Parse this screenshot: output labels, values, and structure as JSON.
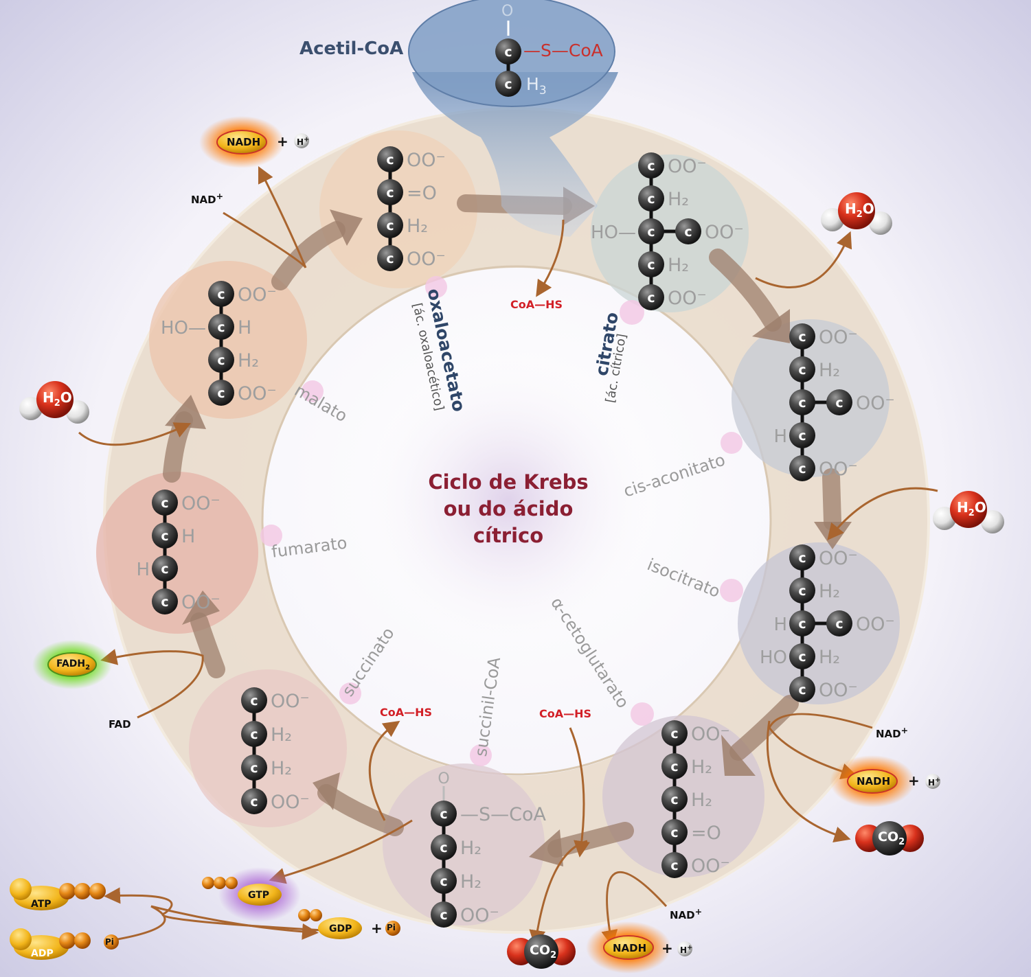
{
  "title_lines": [
    "Ciclo de Krebs",
    "ou do ácido",
    "cítrico"
  ],
  "acetyl_coa": {
    "label": "Acetil-CoA",
    "group": "S",
    "coa": "CoA",
    "h3": "H",
    "h3_sub": "3",
    "oxo": "O"
  },
  "metabolites": [
    {
      "name": "oxaloacetato",
      "alt": "[ác. oxaloacético]"
    },
    {
      "name": "citrato",
      "alt": "[ác. cítrico]"
    },
    {
      "name": "cis-aconitato"
    },
    {
      "name": "isocitrato"
    },
    {
      "name": "α-cetoglutarato"
    },
    {
      "name": "succinil-CoA"
    },
    {
      "name": "succinato"
    },
    {
      "name": "fumarato"
    },
    {
      "name": "malato"
    }
  ],
  "structures": {
    "oxaloacetato": [
      [
        "C",
        "OO⁻"
      ],
      [
        "C",
        "=O"
      ],
      [
        "C",
        "H₂"
      ],
      [
        "C",
        "OO⁻"
      ]
    ],
    "citrato": [
      [
        "C",
        "OO⁻"
      ],
      [
        "C",
        "H₂"
      ],
      [
        "C",
        "OO⁻",
        "HO—"
      ],
      [
        "C",
        "H₂"
      ],
      [
        "C",
        "OO⁻"
      ]
    ],
    "cis_aconitato": [
      [
        "C",
        "OO⁻"
      ],
      [
        "C",
        "H₂"
      ],
      [
        "C",
        "OO⁻"
      ],
      [
        "C",
        "",
        "H"
      ],
      [
        "C",
        "OO⁻"
      ]
    ],
    "isocitrato": [
      [
        "C",
        "OO⁻"
      ],
      [
        "C",
        "H₂"
      ],
      [
        "C",
        "OO⁻",
        "H"
      ],
      [
        "C",
        "H₂",
        "HO"
      ],
      [
        "C",
        "OO⁻"
      ]
    ],
    "alfa_cetoglutarato": [
      [
        "C",
        "OO⁻"
      ],
      [
        "C",
        "H₂"
      ],
      [
        "C",
        "H₂"
      ],
      [
        "C",
        "=O"
      ],
      [
        "C",
        "OO⁻"
      ]
    ],
    "succinil_coa": [
      [
        "C",
        "—S—CoA"
      ],
      [
        "C",
        "H₂"
      ],
      [
        "C",
        "H₂"
      ],
      [
        "C",
        "OO⁻"
      ]
    ],
    "succinato": [
      [
        "C",
        "OO⁻"
      ],
      [
        "C",
        "H₂"
      ],
      [
        "C",
        "H₂"
      ],
      [
        "C",
        "OO⁻"
      ]
    ],
    "fumarato": [
      [
        "C",
        "OO⁻"
      ],
      [
        "C",
        "H"
      ],
      [
        "C",
        "",
        "H"
      ],
      [
        "C",
        "OO⁻"
      ]
    ],
    "malato": [
      [
        "C",
        "OO⁻"
      ],
      [
        "C",
        "H",
        "HO—"
      ],
      [
        "C",
        "H₂"
      ],
      [
        "C",
        "OO⁻"
      ]
    ]
  },
  "atom_c": "C",
  "oxo_o": "O",
  "cofactors": {
    "nadh": "NADH",
    "nad": "NAD",
    "nad_sup": "+",
    "h": "H",
    "h_sup": "+",
    "plus": "+",
    "water_h": "H",
    "water_sub": "2",
    "water_o": "O",
    "co2_c": "CO",
    "co2_sub": "2",
    "fadh": "FADH",
    "fadh_sub": "2",
    "fad": "FAD",
    "gtp": "GTP",
    "gdp": "GDP",
    "atp": "ATP",
    "adp": "ADP",
    "pi": "Pi",
    "coa_hs": "CoA—HS"
  },
  "colors": {
    "title": "#8b1f33",
    "coa_red": "#d21f26",
    "nadh_yellow": "#f2b51b",
    "nadh_glow": "#ff7a00",
    "fadh_glow": "#6fdc1f",
    "gtp_glow": "#b06fd6",
    "arrow_brown": "#a9652f",
    "ring": "#e9dccb"
  }
}
